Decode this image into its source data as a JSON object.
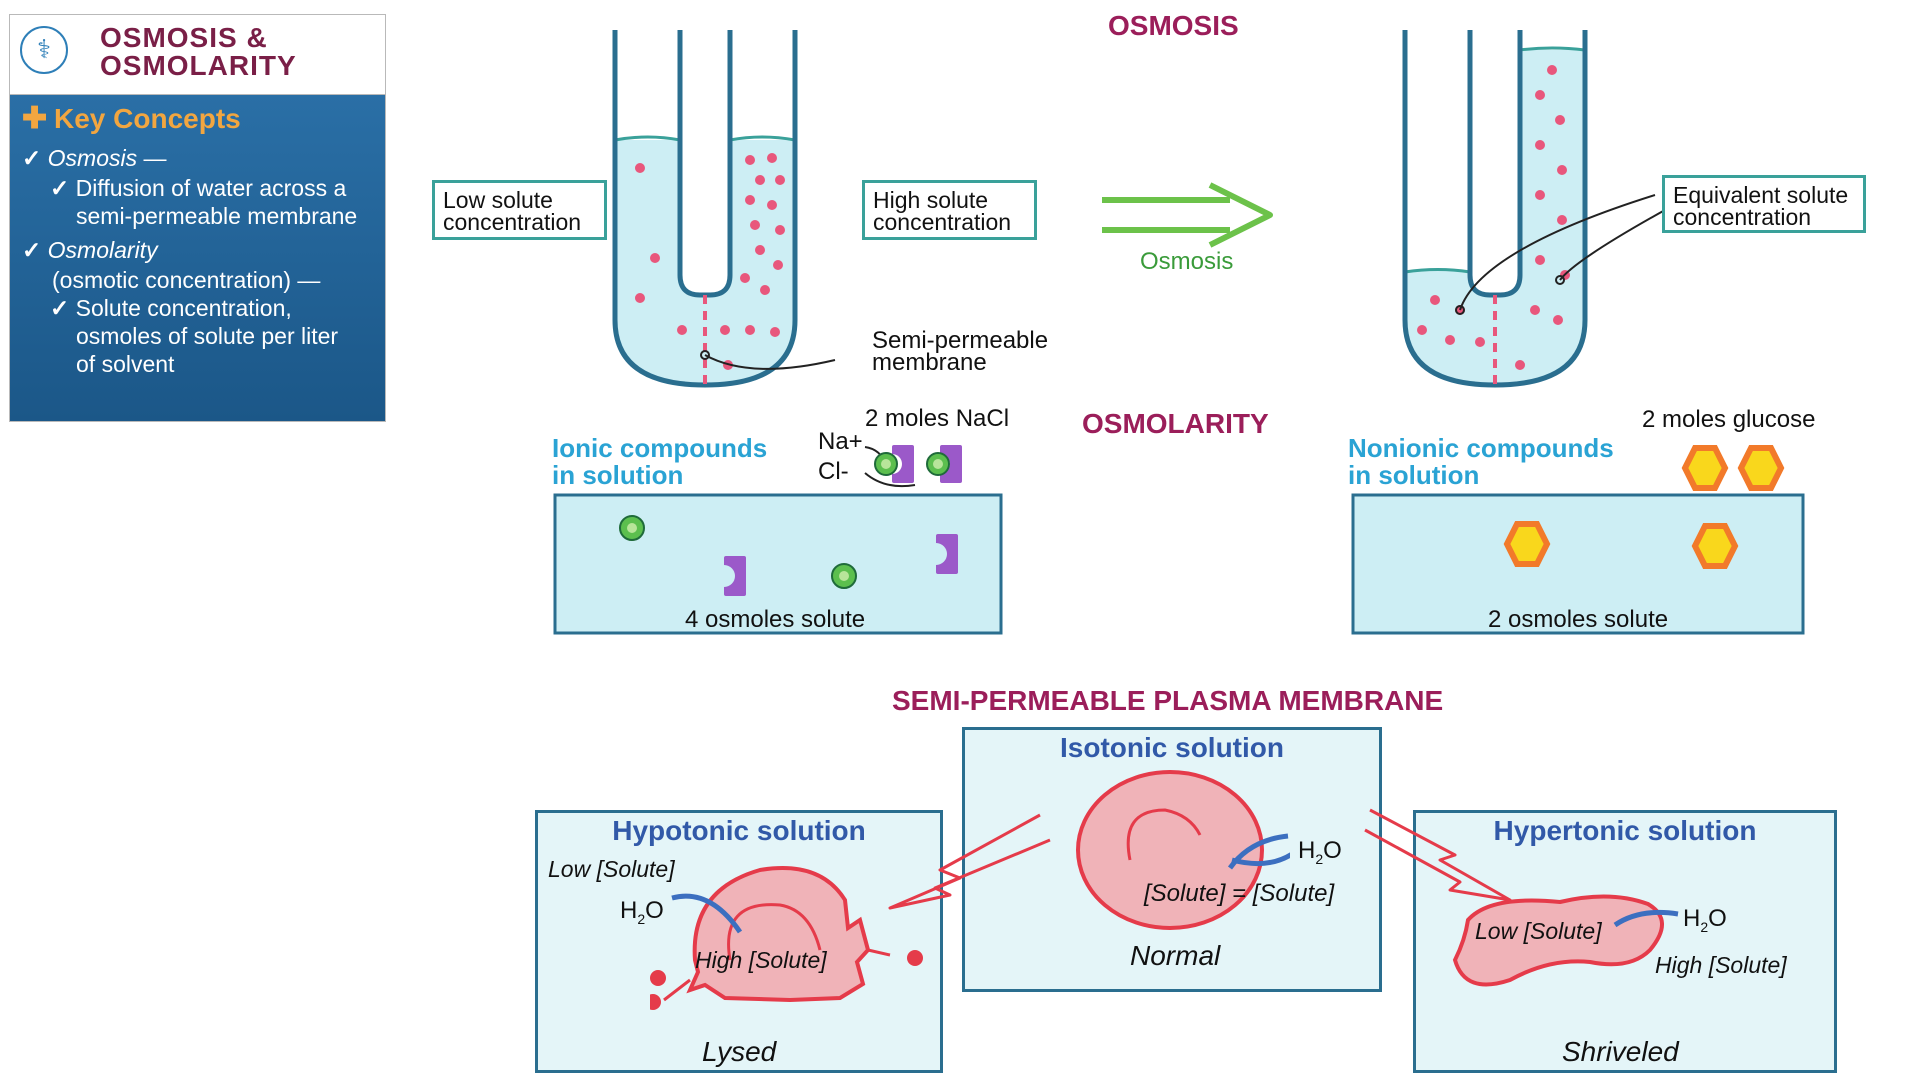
{
  "header": {
    "title_line1": "OSMOSIS &",
    "title_line2": "OSMOLARITY"
  },
  "key_concepts": {
    "heading": "Key Concepts",
    "items": [
      {
        "term": "Osmosis",
        "dash": " —",
        "sub": [
          "Diffusion of water across a",
          "semi-permeable membrane"
        ]
      },
      {
        "term": "Osmolarity",
        "note": "(osmotic concentration) —",
        "sub": [
          "Solute concentration,",
          "osmoles of solute per liter",
          "of solvent"
        ]
      }
    ]
  },
  "osmosis": {
    "title": "OSMOSIS",
    "low_label": [
      "Low solute",
      "concentration"
    ],
    "high_label": [
      "High solute",
      "concentration"
    ],
    "membrane_label": [
      "Semi-permeable",
      "membrane"
    ],
    "arrow_label": "Osmosis",
    "equiv_label": [
      "Equivalent solute",
      "concentration"
    ]
  },
  "osmolarity": {
    "title": "OSMOLARITY",
    "ionic_heading": [
      "Ionic compounds",
      "in solution"
    ],
    "ionic_moles": "2 moles NaCl",
    "na_label": "Na+",
    "cl_label": "Cl-",
    "ionic_result": "4 osmoles solute",
    "nonionic_heading": [
      "Nonionic compounds",
      "in solution"
    ],
    "nonionic_moles": "2 moles glucose",
    "nonionic_result": "2 osmoles solute"
  },
  "membrane": {
    "title": "SEMI-PERMEABLE PLASMA MEMBRANE",
    "hypo": {
      "title": "Hypotonic solution",
      "low": "Low [Solute]",
      "h2o": "H",
      "sub": "2",
      "o": "O",
      "high": "High [Solute]",
      "state": "Lysed"
    },
    "iso": {
      "title": "Isotonic solution",
      "h2o": "H",
      "sub": "2",
      "o": "O",
      "eq": "[Solute] = [Solute]",
      "state": "Normal"
    },
    "hyper": {
      "title": "Hypertonic solution",
      "low": "Low [Solute]",
      "h2o": "H",
      "sub": "2",
      "o": "O",
      "high": "High [Solute]",
      "state": "Shriveled"
    }
  },
  "colors": {
    "water": "#cdeef4",
    "tube": "#2a6e8f",
    "solute": "#e8577c",
    "title": "#9b1e5a",
    "blue_heading": "#2aa3d4",
    "cell": "#f0b3b8",
    "cell_edge": "#e53b4a",
    "arrow_blue": "#3c6fc0"
  }
}
